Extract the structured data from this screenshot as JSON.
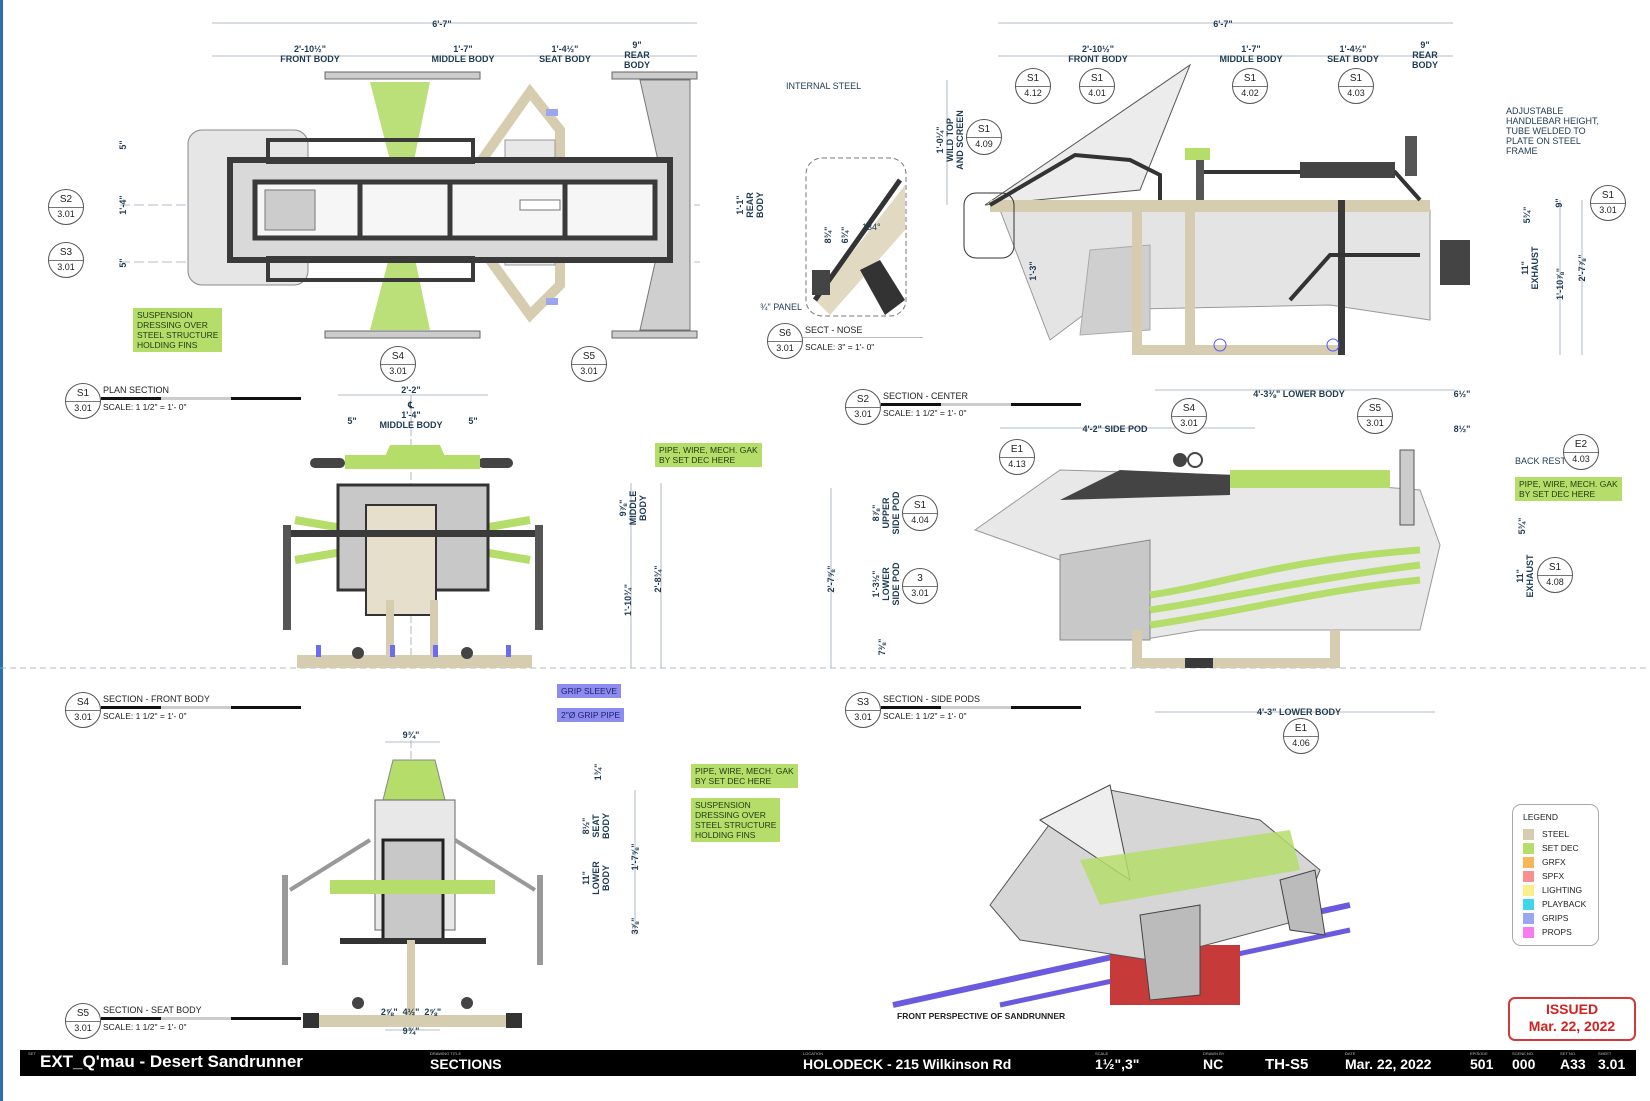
{
  "title_block": {
    "set_caption": "SET",
    "set": "EXT_Q'mau - Desert Sandrunner",
    "drawing_title_caption": "DRAWING TITLE",
    "drawing_title": "SECTIONS",
    "location_caption": "LOCATION",
    "location": "HOLODECK - 215 Wilkinson Rd",
    "scale_caption": "SCALE",
    "scale": "1½\",3\"",
    "drawn_by_caption": "DRAWN BY",
    "drawn_by": "NC",
    "code": "TH-S5",
    "date_caption": "DATE",
    "date": "Mar. 22, 2022",
    "episode_caption": "EPISODE",
    "episode": "501",
    "scene_caption": "SCENE NO.",
    "scene": "000",
    "set_no_caption": "SET NO.",
    "set_no": "A33",
    "sheet_caption": "SHEET",
    "sheet": "3.01"
  },
  "stamp": {
    "status": "ISSUED",
    "date": "Mar. 22, 2022",
    "color": "#d42020"
  },
  "legend": {
    "title": "LEGEND",
    "items": [
      {
        "label": "STEEL",
        "color": "#d6ccb0"
      },
      {
        "label": "SET DEC",
        "color": "#b5dd6a"
      },
      {
        "label": "GRFX",
        "color": "#f8b65a"
      },
      {
        "label": "SPFX",
        "color": "#f89090"
      },
      {
        "label": "LIGHTING",
        "color": "#fbef8a"
      },
      {
        "label": "PLAYBACK",
        "color": "#40d6ea"
      },
      {
        "label": "GRIPS",
        "color": "#9aa6f0"
      },
      {
        "label": "PROPS",
        "color": "#f77cf0"
      }
    ]
  },
  "plan": {
    "title": "PLAN SECTION",
    "scale": "SCALE: 1 1/2\" = 1'- 0\"",
    "id": "S1",
    "sheet": "3.01",
    "dims": {
      "overall": "6'-7\"",
      "front": "2'-10½\"\nFRONT BODY",
      "middle": "1'-7\"\nMIDDLE BODY",
      "seat": "1'-4½\"\nSEAT BODY",
      "rear": "9\"\nREAR\nBODY",
      "left_top": "5\"",
      "left_mid": "1'-4\"",
      "left_bot": "5\"",
      "rear_width": "1'-1\"\nREAR\nBODY"
    },
    "note_internal": "INTERNAL STEEL",
    "note_suspension": "SUSPENSION\nDRESSING OVER\nSTEEL STRUCTURE\nHOLDING FINS",
    "callouts": [
      {
        "id": "S2",
        "sheet": "3.01"
      },
      {
        "id": "S3",
        "sheet": "3.01"
      },
      {
        "id": "S4",
        "sheet": "3.01"
      },
      {
        "id": "S5",
        "sheet": "3.01"
      }
    ]
  },
  "nose": {
    "title": "SECT  - NOSE",
    "scale": "SCALE: 3\" = 1'- 0\"",
    "id": "S6",
    "sheet": "3.01",
    "panel": "¾\" PANEL",
    "dim1": "8¾\"",
    "dim2": "6¾\"",
    "angle": "134°"
  },
  "center": {
    "title": "SECTION - CENTER",
    "scale": "SCALE: 1 1/2\" = 1'- 0\"",
    "id": "S2",
    "sheet": "3.01",
    "dims": {
      "overall": "6'-7\"",
      "front": "2'-10½\"\nFRONT BODY",
      "middle": "1'-7\"\nMIDDLE BODY",
      "seat": "1'-4½\"\nSEAT BODY",
      "rear": "9\"\nREAR\nBODY",
      "wild_top": "1'-0¼\"\nWILD TOP\nAND SCREEN",
      "h13": "1'-3\"",
      "r9": "9\"",
      "r534": "5¾\"",
      "exhaust": "11\"\nEXHAUST",
      "r1108": "1'-10⅞\"",
      "r2778": "2'-7⅞\"",
      "lower_body": "4'-3⅜\" LOWER BODY",
      "r612": "6½\""
    },
    "note_handlebar": "ADJUSTABLE\nHANDLEBAR HEIGHT,\nTUBE WELDED TO\nPLATE ON STEEL\nFRAME",
    "callouts": [
      {
        "id": "S1",
        "sheet": "4.12"
      },
      {
        "id": "S1",
        "sheet": "4.01"
      },
      {
        "id": "S1",
        "sheet": "4.02"
      },
      {
        "id": "S1",
        "sheet": "4.03"
      },
      {
        "id": "S1",
        "sheet": "4.09"
      },
      {
        "id": "S1",
        "sheet": "3.01"
      },
      {
        "id": "S4",
        "sheet": "3.01"
      },
      {
        "id": "S5",
        "sheet": "3.01"
      }
    ]
  },
  "front_body": {
    "title": "SECTION - FRONT BODY",
    "scale": "SCALE: 1 1/2\" = 1'- 0\"",
    "id": "S4",
    "sheet": "3.01",
    "dims": {
      "overall": "2'-2\"",
      "middle": "℄\n1'-4\"\nMIDDLE BODY",
      "l5": "5\"",
      "r5": "5\"",
      "mb": "9⅞\"\nMIDDLE\nBODY",
      "h1": "1'-10¾\"",
      "h2": "2'-8¾\""
    },
    "note_pipe": "PIPE, WIRE, MECH. GAK\nBY SET DEC HERE",
    "grip_sleeve": "GRIP SLEEVE",
    "grip_pipe": "2\"Ø GRIP PIPE"
  },
  "side_pods": {
    "title": "SECTION - SIDE PODS",
    "scale": "SCALE: 1 1/2\" = 1'- 0\"",
    "id": "S3",
    "sheet": "3.01",
    "dims": {
      "side_pod": "4'-2\" SIDE POD",
      "upper": "8⅞\"\nUPPER\nSIDE POD",
      "lower": "1'-3½\"\nLOWER\nSIDE POD",
      "h": "2'-7⅝\"",
      "b": "7⅜\"",
      "r812": "8½\"",
      "r534": "5¾\"",
      "exhaust": "11\"\nEXHAUST",
      "lower_body": "4'-3\" LOWER BODY"
    },
    "note_backrest": "BACK REST",
    "note_pipe": "PIPE, WIRE, MECH. GAK\nBY SET DEC HERE",
    "callouts": [
      {
        "id": "E1",
        "sheet": "4.13"
      },
      {
        "id": "S1",
        "sheet": "4.04"
      },
      {
        "id": "3",
        "sheet": "3.01"
      },
      {
        "id": "E2",
        "sheet": "4.03"
      },
      {
        "id": "S1",
        "sheet": "4.08"
      },
      {
        "id": "E1",
        "sheet": "4.06"
      }
    ]
  },
  "seat_body": {
    "title": "SECTION - SEAT BODY",
    "scale": "SCALE: 1 1/2\" = 1'- 0\"",
    "id": "S5",
    "sheet": "3.01",
    "dims": {
      "top": "9¾\"",
      "d134": "1¾\"",
      "seat": "8½\"\nSEAT\nBODY",
      "lower": "11\"\nLOWER\nBODY",
      "h": "1'-7⅝\"",
      "b": "3⅞\"",
      "bottom_parts": "2⅝\"  4½\"  2⅝\"",
      "bottom": "9¾\""
    },
    "note_pipe": "PIPE, WIRE, MECH. GAK\nBY SET DEC HERE",
    "note_suspension": "SUSPENSION\nDRESSING OVER\nSTEEL STRUCTURE\nHOLDING FINS"
  },
  "perspective": {
    "caption": "FRONT PERSPECTIVE OF SANDRUNNER"
  }
}
